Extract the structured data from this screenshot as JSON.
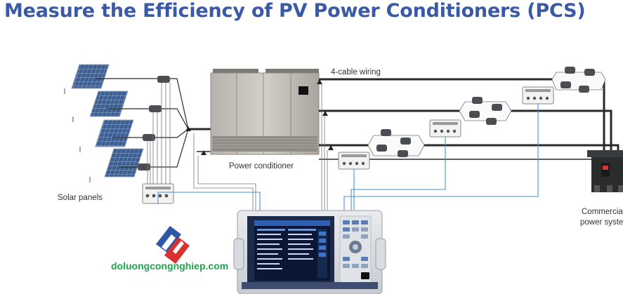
{
  "title": "Measure the Efficiency of PV Power Conditioners (PCS)",
  "labels": {
    "wiring": "4-cable wiring",
    "conditioner": "Power conditioner",
    "panels": "Solar panels",
    "grid_line1": "Commercia",
    "grid_line2": "power syste"
  },
  "logo_text": "doluongcongnghiep.com",
  "colors": {
    "title": "#3a5aa8",
    "wire_main": "#2a2a2a",
    "wire_signal": "#4a90d9",
    "logo_red": "#d8312f",
    "logo_blue": "#2f57a8",
    "logo_text": "#1aa64a"
  }
}
